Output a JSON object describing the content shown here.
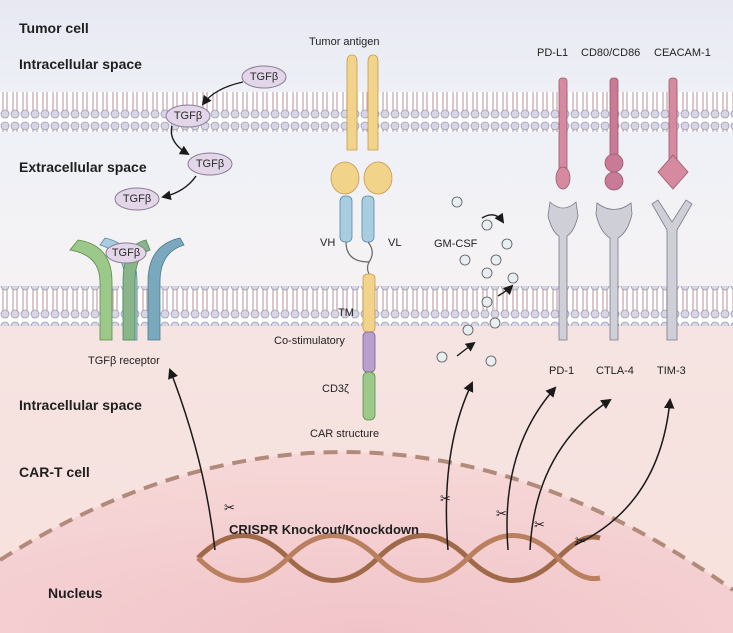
{
  "regions": {
    "tumor_cell": "Tumor cell",
    "intracellular_top": "Intracellular space",
    "extracellular": "Extracellular space",
    "intracellular_bottom": "Intracellular space",
    "cart_cell": "CAR-T  cell",
    "nucleus": "Nucleus"
  },
  "molecules": {
    "tgfb": "TGFβ",
    "tgfb_receptor": "TGFβ receptor",
    "gm_csf": "GM-CSF"
  },
  "car": {
    "antigen": "Tumor antigen",
    "vh": "VH",
    "vl": "VL",
    "tm": "TM",
    "costim": "Co-stimulatory",
    "cd3z": "CD3ζ",
    "caption": "CAR structure"
  },
  "checkpoints": {
    "ligands": {
      "pdl1": "PD-L1",
      "cd80": "CD80/CD86",
      "ceacam": "CEACAM-1"
    },
    "receptors": {
      "pd1": "PD-1",
      "ctla4": "CTLA-4",
      "tim3": "TIM-3"
    }
  },
  "crispr": "CRISPR Knockout/Knockdown",
  "colors": {
    "membrane_head": "#d8d6e6",
    "membrane_tail": "#c9a9b1",
    "car_tm": "#f2d38a",
    "car_costim": "#b9a0cc",
    "car_cd3z": "#9cc98a",
    "car_scfv": "#a9cde0",
    "pd": "#d58aa0",
    "ctla": "#c97a96",
    "tim": "#cfcfd8"
  }
}
